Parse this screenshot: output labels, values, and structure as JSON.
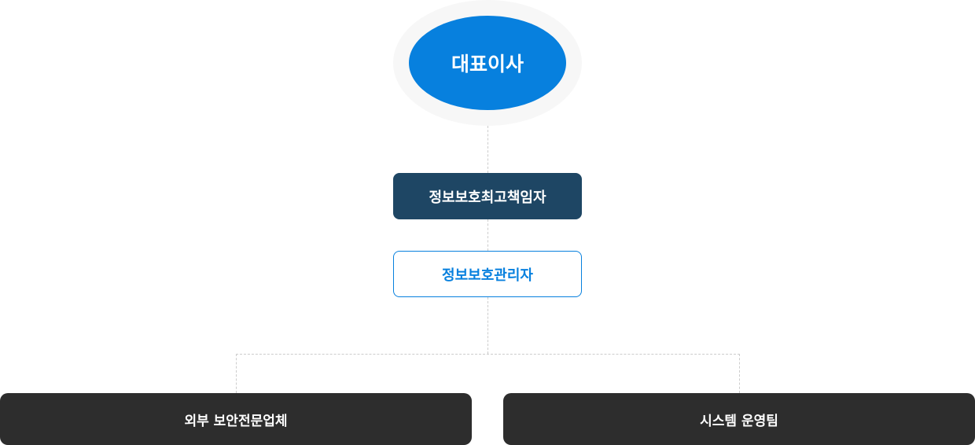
{
  "org": {
    "ceo": "대표이사",
    "ciso": "정보보호최고책임자",
    "manager": "정보보호관리자",
    "teams": [
      "외부 보안전문업체",
      "시스템 운영팀"
    ]
  }
}
